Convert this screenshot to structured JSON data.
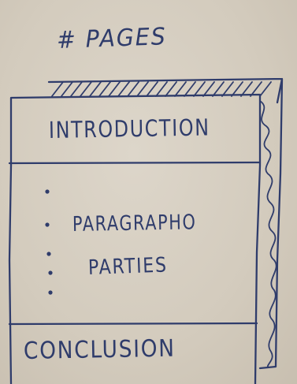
{
  "sketch": {
    "title": "# PAGES",
    "sections": {
      "introduction": "INTRODUCTION",
      "body_line1": "PARAGRAPHO",
      "body_line2": "PARTIES",
      "conclusion": "CONCLUSION"
    }
  },
  "colors": {
    "ink": "#2f3c6b",
    "paper": "#d4ccbf"
  }
}
